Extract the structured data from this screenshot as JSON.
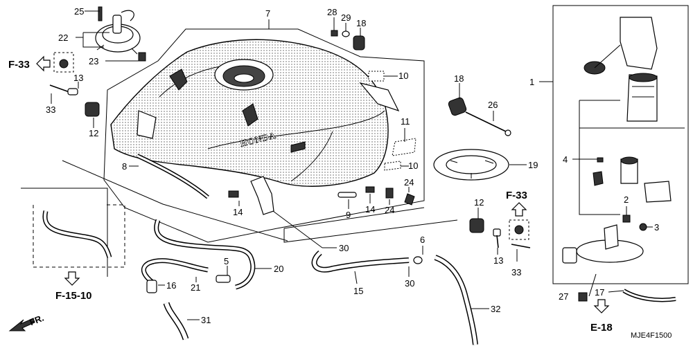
{
  "labels": {
    "l1": "1",
    "l2": "2",
    "l3": "3",
    "l4": "4",
    "l5": "5",
    "l6": "6",
    "l7": "7",
    "l8": "8",
    "l9": "9",
    "l10a": "10",
    "l10b": "10",
    "l11": "11",
    "l12a": "12",
    "l12b": "12",
    "l13a": "13",
    "l13b": "13",
    "l14a": "14",
    "l14b": "14",
    "l15": "15",
    "l16": "16",
    "l17": "17",
    "l18a": "18",
    "l18b": "18",
    "l19": "19",
    "l20": "20",
    "l21": "21",
    "l22": "22",
    "l23": "23",
    "l24a": "24",
    "l24b": "24",
    "l25": "25",
    "l26": "26",
    "l27": "27",
    "l28": "28",
    "l29": "29",
    "l30a": "30",
    "l30b": "30",
    "l31": "31",
    "l32": "32",
    "l33a": "33",
    "l33b": "33"
  },
  "refs": {
    "f33_left": "F-33",
    "f33_right": "F-33",
    "f1510": "F-15-10",
    "e18": "E-18",
    "fr": "FR."
  },
  "tank_logo": "HONDA",
  "diagram_code": "MJE4F1500"
}
